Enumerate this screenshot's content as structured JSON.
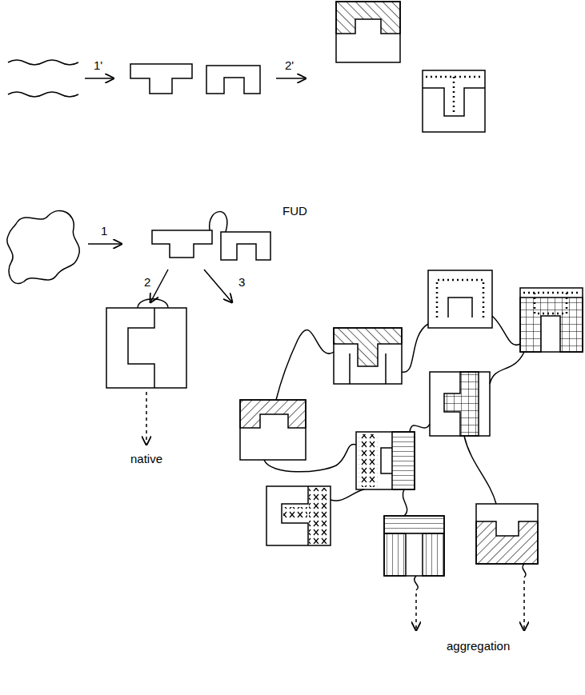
{
  "diagram": {
    "labels": [
      "1'",
      "2'",
      "FUD",
      "1",
      "2",
      "3",
      "native",
      "aggregation"
    ]
  }
}
